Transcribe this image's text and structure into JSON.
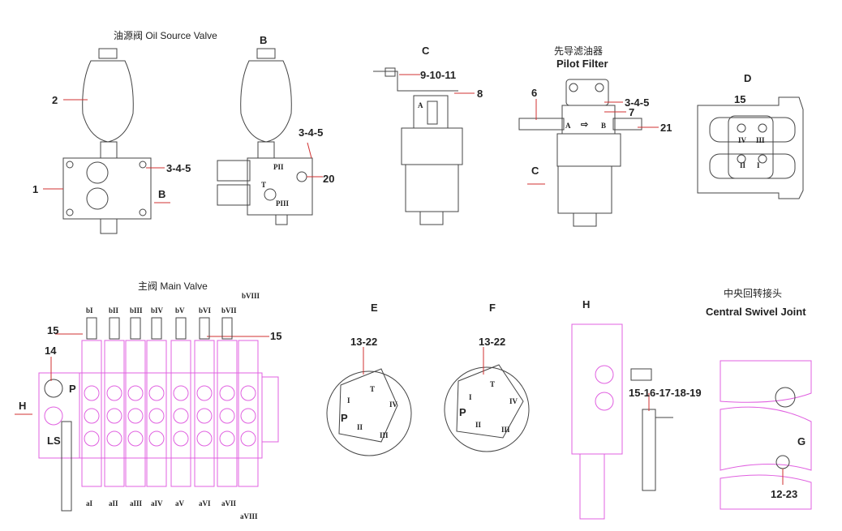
{
  "oil_source_valve": {
    "title": "油源阀  Oil Source Valve",
    "callouts": [
      "2",
      "3-4-5",
      "1"
    ],
    "view_arrow": "B"
  },
  "view_b": {
    "title": "B",
    "callouts": [
      "3-4-5",
      "20"
    ],
    "ports": [
      "PII",
      "T",
      "PIII"
    ]
  },
  "view_c": {
    "title": "C",
    "callouts": [
      "9-10-11",
      "8"
    ],
    "ports": [
      "A"
    ]
  },
  "pilot_filter": {
    "title_zh": "先导滤油器",
    "title_en": "Pilot Filter",
    "callouts": [
      "6",
      "3-4-5",
      "7",
      "21"
    ],
    "ports": [
      "A",
      "B"
    ],
    "view_arrow": "C"
  },
  "view_d": {
    "title": "D",
    "callouts": [
      "15"
    ],
    "ports": [
      "IV",
      "III",
      "II",
      "I"
    ]
  },
  "main_valve": {
    "title": "主阀  Main Valve",
    "b_ports": [
      "bI",
      "bII",
      "bIII",
      "bIV",
      "bV",
      "bVI",
      "bVII"
    ],
    "b8": "bVIII",
    "a_ports": [
      "aI",
      "aII",
      "aIII",
      "aIV",
      "aV",
      "aVI",
      "aVII"
    ],
    "a8": "aVIII",
    "callouts": [
      "15",
      "15",
      "14"
    ],
    "ports": [
      "P",
      "LS"
    ],
    "view_arrow": "H"
  },
  "view_e": {
    "title": "E",
    "callout": "13-22",
    "ports": [
      "T",
      "IV",
      "I",
      "P",
      "II",
      "III"
    ]
  },
  "view_f": {
    "title": "F",
    "callout": "13-22",
    "ports": [
      "T",
      "IV",
      "I",
      "P",
      "II",
      "III"
    ]
  },
  "view_h": {
    "title": "H",
    "callout": "15-16-17-18-19"
  },
  "swivel_joint": {
    "title_zh": "中央回转接头",
    "title_en": "Central Swivel Joint",
    "view": "G",
    "callout": "12-23"
  }
}
